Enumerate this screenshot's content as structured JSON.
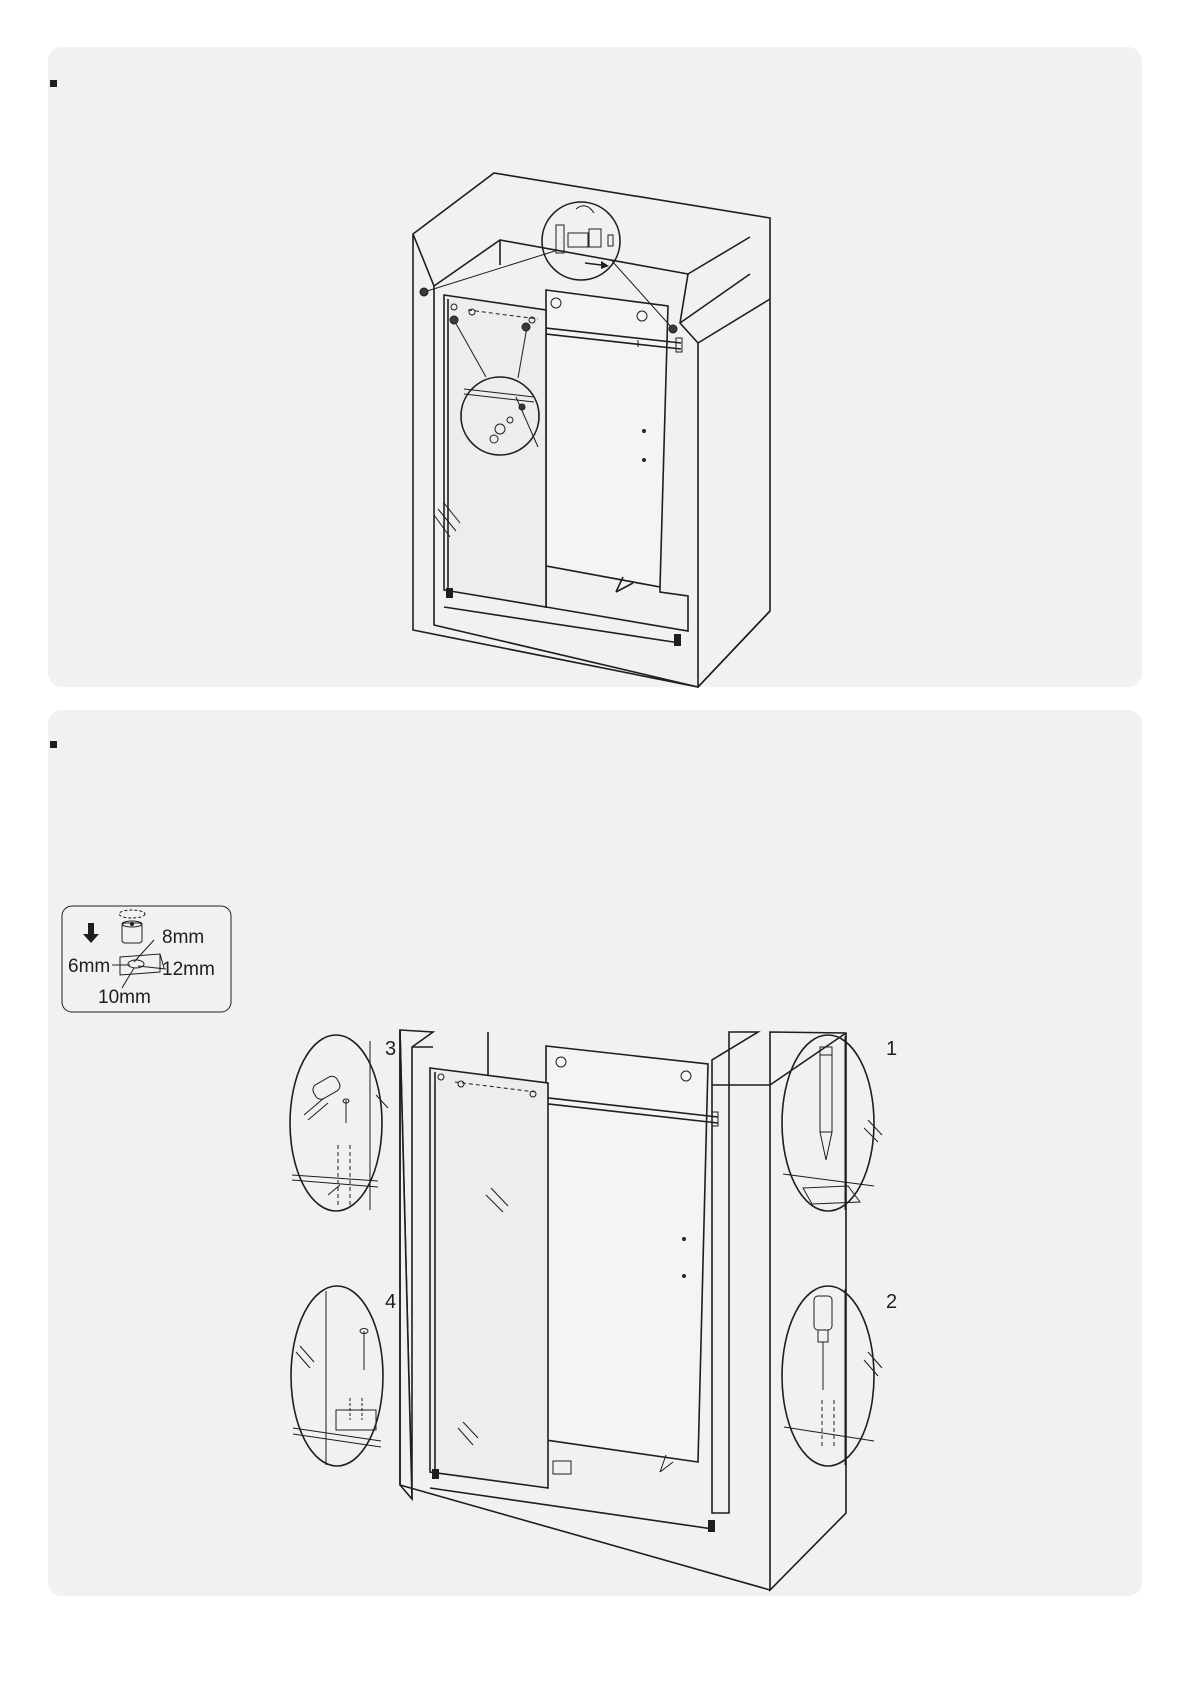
{
  "panel1": {
    "section": "installation-step-a"
  },
  "panel2": {
    "inset_dimensions": {
      "top": "8mm",
      "left": "6mm",
      "right": "12mm",
      "bottom": "10mm"
    },
    "steps": {
      "drill_mark": "1",
      "drill": "2",
      "hammer": "3",
      "screw": "4"
    }
  },
  "icons": [
    "arrow-down-icon",
    "rotate-arrow-icon",
    "arrow-right-icon",
    "pencil-icon",
    "drill-icon",
    "hammer-icon",
    "screw-icon",
    "wall-plug-icon"
  ],
  "colors": {
    "panel_bg": "#f1f1f0",
    "line": "#1e1e1e"
  }
}
